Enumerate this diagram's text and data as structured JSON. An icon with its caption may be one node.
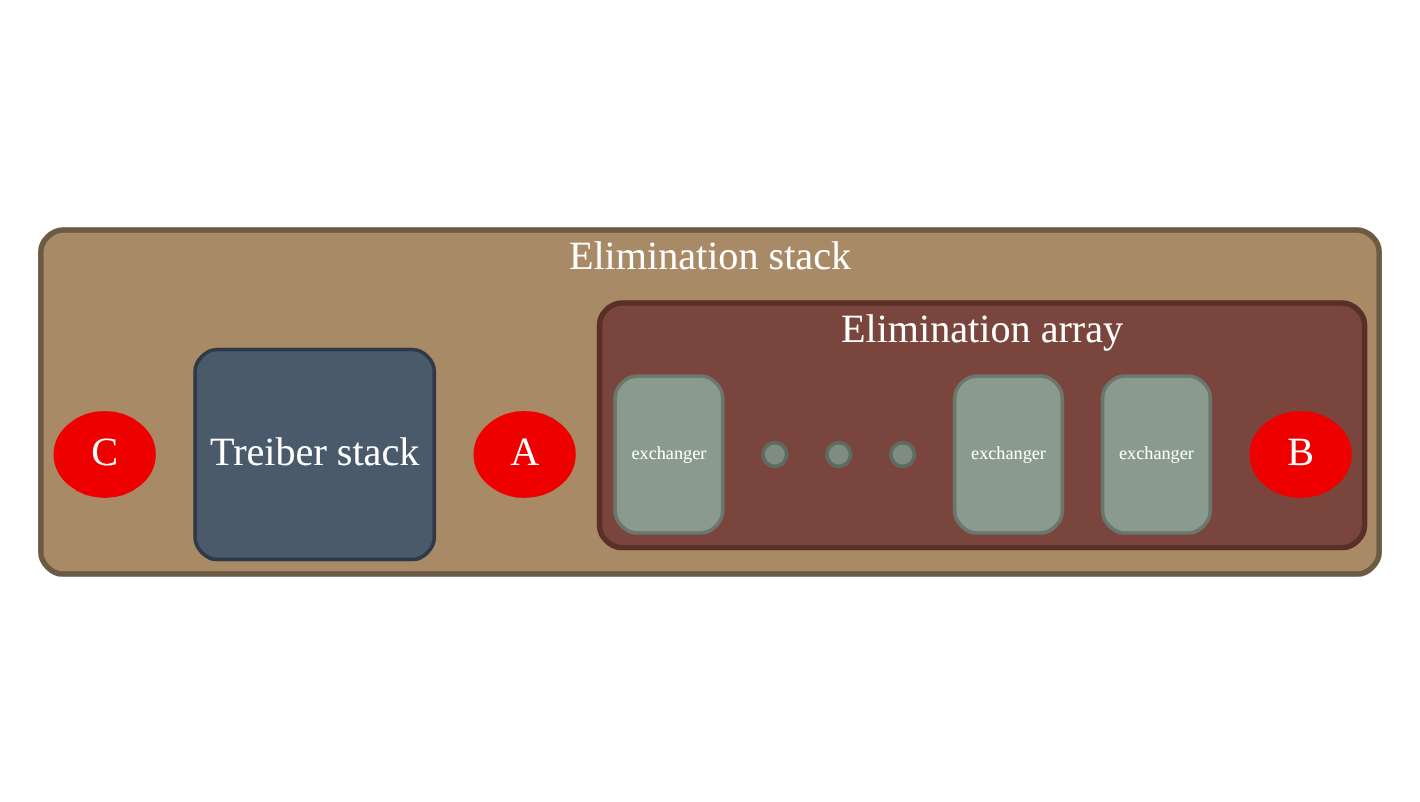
{
  "diagram": {
    "nodes": [
      {
        "text": [
          "Elimination stack"
        ]
      },
      {
        "text": [
          "A"
        ],
        "in": 0
      },
      {
        "text": [
          "Treiber stack"
        ],
        "in": 0
      },
      {
        "text": [
          "C"
        ],
        "in": 0
      },
      {
        "text": [
          "Elimination array"
        ],
        "in": 0
      },
      {
        "text": [
          "B"
        ],
        "in": 4
      },
      {
        "text": [
          "exchanger"
        ],
        "in": 4
      },
      {
        "text": [
          "exchanger"
        ],
        "in": 4
      },
      {
        "text": [],
        "shape": "circle",
        "in": 4
      },
      {
        "text": [],
        "shape": "circle",
        "in": 4
      },
      {
        "text": [],
        "shape": "circle",
        "in": 4
      },
      {
        "text": [
          "exchanger"
        ],
        "in": 4
      }
    ]
  }
}
